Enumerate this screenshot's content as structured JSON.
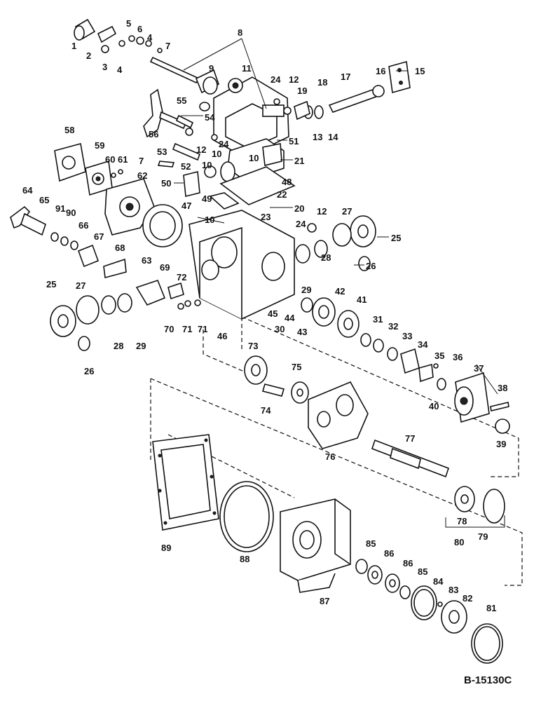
{
  "reference_code": "B-15130C",
  "callouts": [
    "1",
    "2",
    "3",
    "4",
    "4",
    "5",
    "6",
    "7",
    "8",
    "9",
    "11",
    "24",
    "12",
    "19",
    "18",
    "17",
    "16",
    "15",
    "55",
    "13",
    "14",
    "56",
    "54",
    "12",
    "24",
    "51",
    "58",
    "59",
    "53",
    "60",
    "61",
    "7",
    "52",
    "10",
    "10",
    "10",
    "21",
    "50",
    "49",
    "48",
    "22",
    "62",
    "20",
    "64",
    "65",
    "91",
    "90",
    "66",
    "47",
    "23",
    "12",
    "24",
    "27",
    "25",
    "10",
    "67",
    "68",
    "63",
    "28",
    "26",
    "29",
    "42",
    "41",
    "69",
    "72",
    "25",
    "27",
    "45",
    "44",
    "31",
    "32",
    "33",
    "34",
    "30",
    "43",
    "35",
    "36",
    "37",
    "70",
    "71",
    "71",
    "46",
    "28",
    "29",
    "26",
    "73",
    "75",
    "38",
    "40",
    "39",
    "74",
    "76",
    "77",
    "78",
    "79",
    "89",
    "80",
    "88",
    "85",
    "86",
    "86",
    "85",
    "84",
    "83",
    "82",
    "87",
    "81"
  ]
}
